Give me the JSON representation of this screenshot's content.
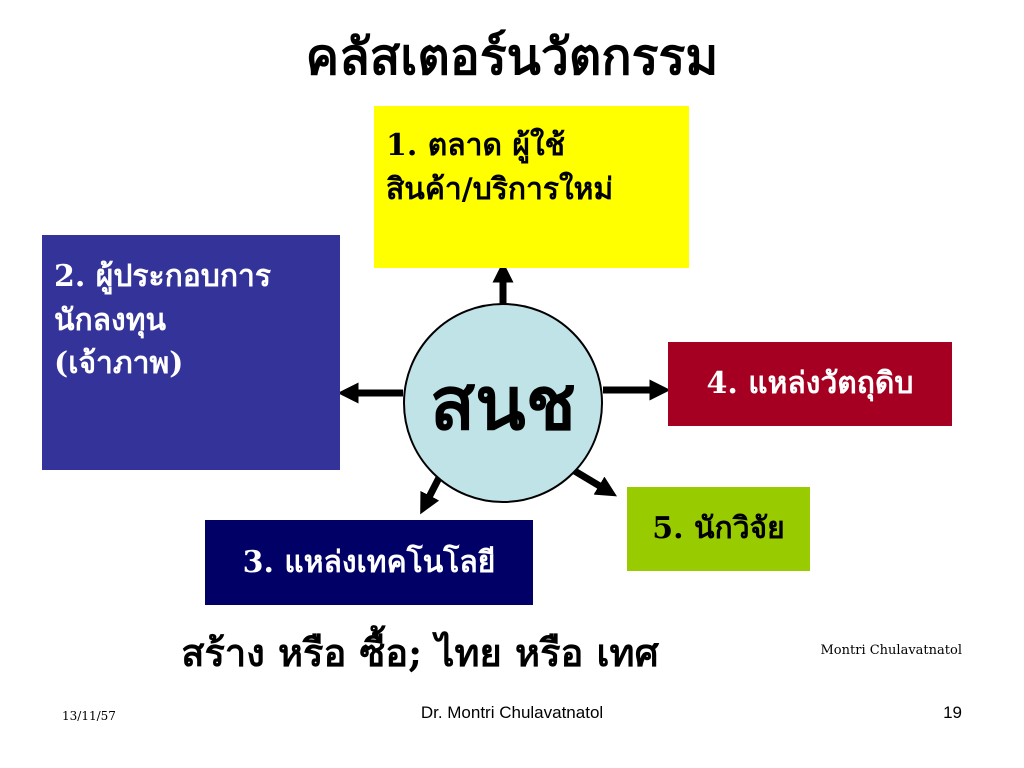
{
  "slide": {
    "title": "คลัสเตอร์นวัตกรรม",
    "center_label": "สนช",
    "boxes": {
      "market": {
        "lines": [
          "1. ตลาด ผู้ใช้",
          "สินค้า/บริการใหม่"
        ],
        "color": "#ffff00"
      },
      "entrepreneur": {
        "lines": [
          "2. ผู้ประกอบการ",
          "นักลงทุน",
          "(เจ้าภาพ)"
        ],
        "color": "#333399"
      },
      "technology": {
        "lines": [
          "3. แหล่งเทคโนโลยี"
        ],
        "color": "#000066"
      },
      "materials": {
        "lines": [
          "4. แหล่งวัตถุดิบ"
        ],
        "color": "#a50021"
      },
      "researcher": {
        "lines": [
          "5. นักวิจัย"
        ],
        "color": "#99cc00"
      }
    },
    "center_color": "#bfe3e7",
    "subline": "สร้าง หรือ ซื้อ; ไทย หรือ เทศ",
    "credit": "Montri Chulavatnatol"
  },
  "footer": {
    "date": "13/11/57",
    "author": "Dr. Montri Chulavatnatol",
    "page": "19"
  }
}
